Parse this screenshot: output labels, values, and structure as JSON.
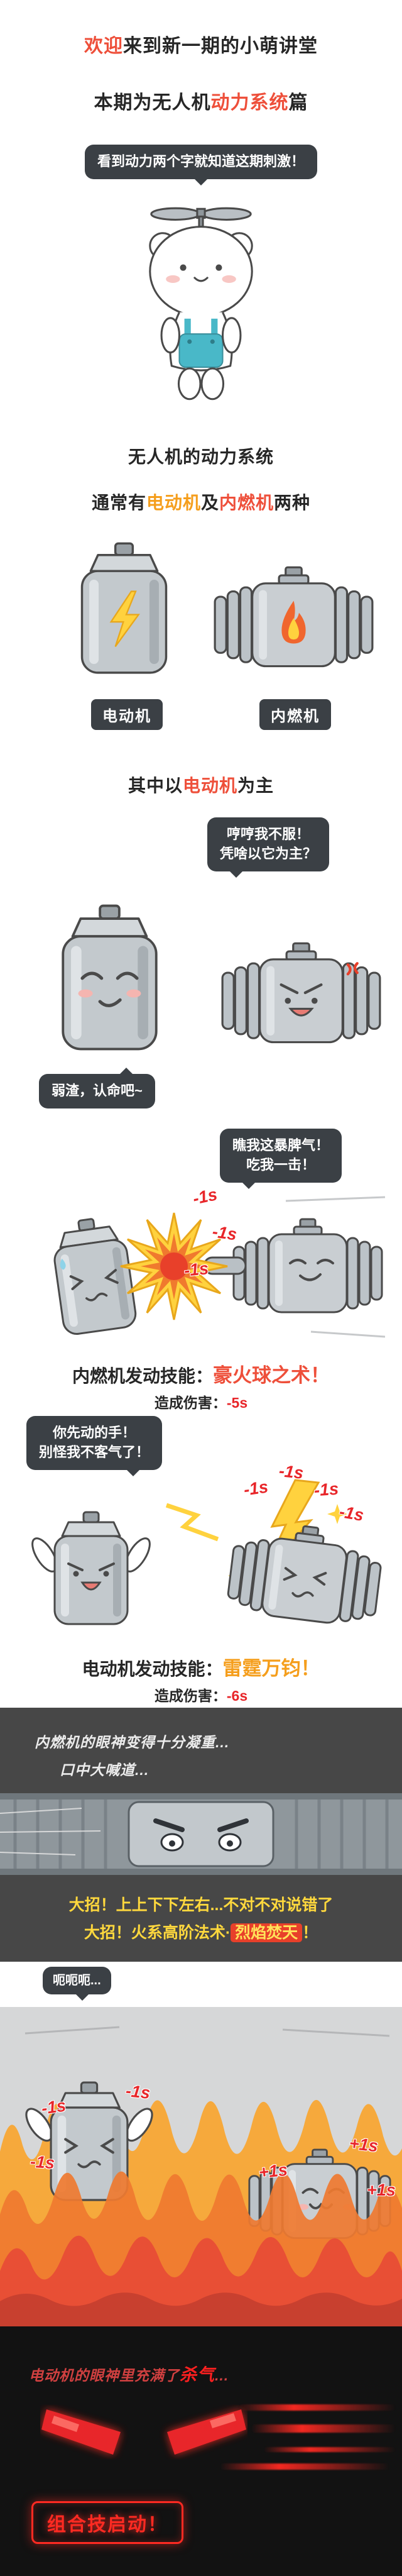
{
  "colors": {
    "accent_red": "#ee4f3a",
    "accent_orange": "#f59e1c",
    "indicator_red": "#e8262a",
    "shout_yellow": "#ffd83d",
    "bubble_dark": "#3b4045"
  },
  "intro": {
    "title1_hl": "欢迎",
    "title1_rest": "来到新一期的小萌讲堂",
    "title2_pre": "本期为无人机",
    "title2_hl": "动力系统",
    "title2_post": "篇",
    "bear_bubble": "看到动力两个字就知道这期刺激！"
  },
  "overview": {
    "line1": "无人机的动力系统",
    "line2_pre": "通常有",
    "line2_motor": "电动机",
    "line2_mid": "及",
    "line2_engine": "内燃机",
    "line2_post": "两种",
    "motor_label": "电动机",
    "engine_label": "内燃机",
    "line3_pre": "其中以",
    "line3_hl": "电动机",
    "line3_post": "为主"
  },
  "argument": {
    "engine_bubble_l1": "哼哼我不服！",
    "engine_bubble_l2": "凭啥以它为主？",
    "motor_bubble": "弱渣，认命吧~"
  },
  "fireball": {
    "bubble_l1": "瞧我这暴脾气！",
    "bubble_l2": "吃我一击！",
    "indicators": [
      "-1s",
      "-1s",
      "-1s"
    ],
    "skill_pre": "内燃机发动技能：",
    "skill_name": "豪火球之术！",
    "damage_label": "造成伤害：",
    "damage_value": "-5s"
  },
  "thunder": {
    "bubble_l1": "你先动的手！",
    "bubble_l2": "别怪我不客气了！",
    "indicators": [
      "-1s",
      "-1s",
      "-1s",
      "-1s"
    ],
    "skill_pre": "电动机发动技能：",
    "skill_name": "雷霆万钧！",
    "damage_label": "造成伤害：",
    "damage_value": "-6s"
  },
  "ultimate": {
    "narration1": "内燃机的眼神变得十分凝重...",
    "narration2": "口中大喊道...",
    "shout1": "大招！上上下下左右...不对不对说错了",
    "shout2_pre": "大招！火系高阶法术·",
    "shout2_hl": "烈焰焚天",
    "shout2_post": "！"
  },
  "fire_scene": {
    "uh_bubble": "呃呃呃...",
    "motor_indicators": [
      "-1s",
      "-1s",
      "-1s"
    ],
    "engine_indicators": [
      "+1s",
      "+1s",
      "+1s"
    ]
  },
  "finale": {
    "narration_pre": "电动机的眼神里充满了",
    "narration_hl": "杀气",
    "narration_post": "...",
    "combo_text": "组合技启动！"
  }
}
